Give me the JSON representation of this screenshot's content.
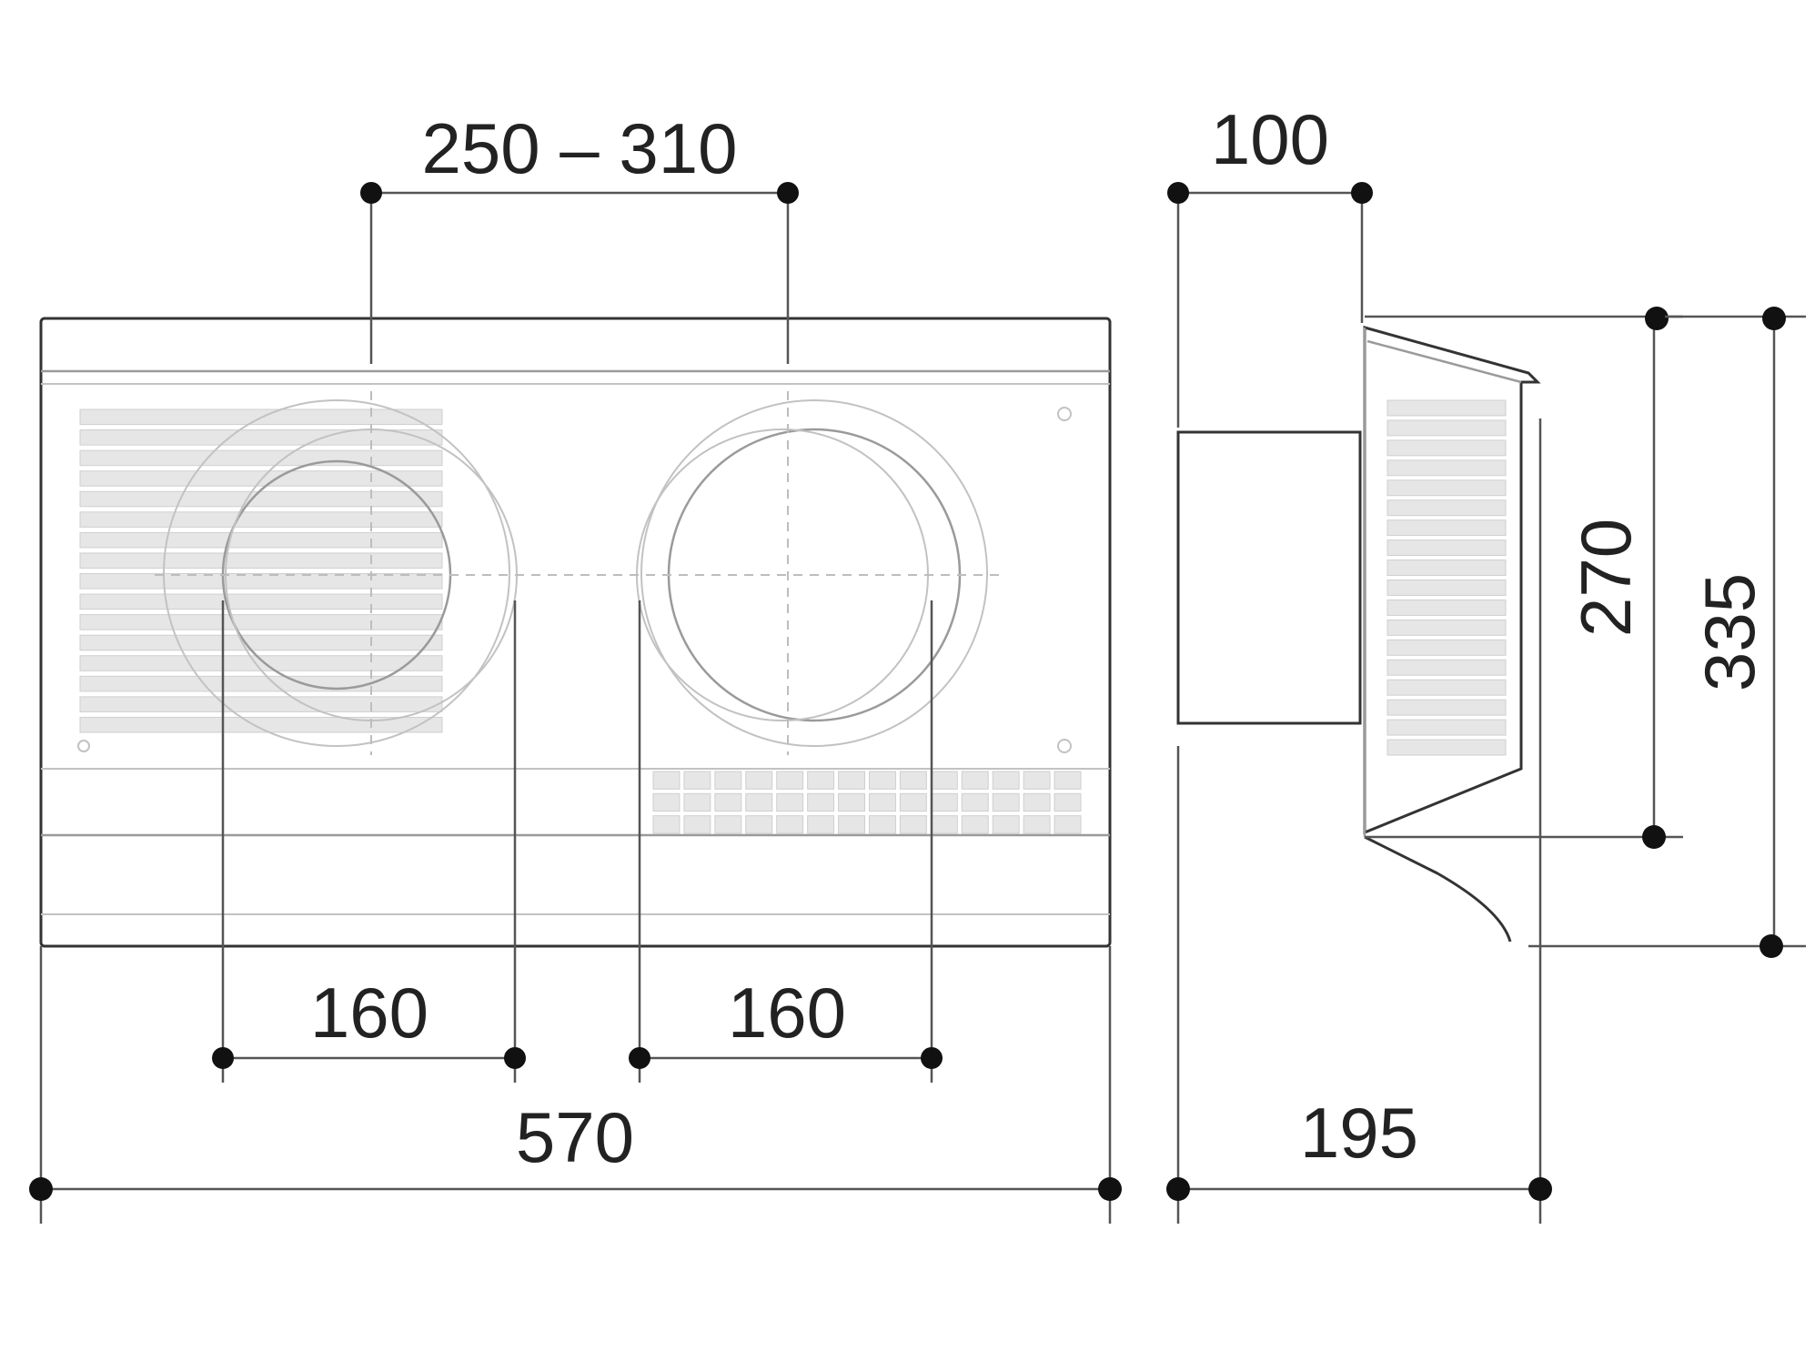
{
  "dimensions": {
    "spout_spacing": "250 – 310",
    "depth_body": "100",
    "outlet_left": "160",
    "outlet_right": "160",
    "width_total": "570",
    "depth_total": "195",
    "height_front": "270",
    "height_total": "335"
  },
  "colors": {
    "line": "#333333",
    "dimension_dot": "#111111",
    "grille": "#e6e6e6"
  }
}
